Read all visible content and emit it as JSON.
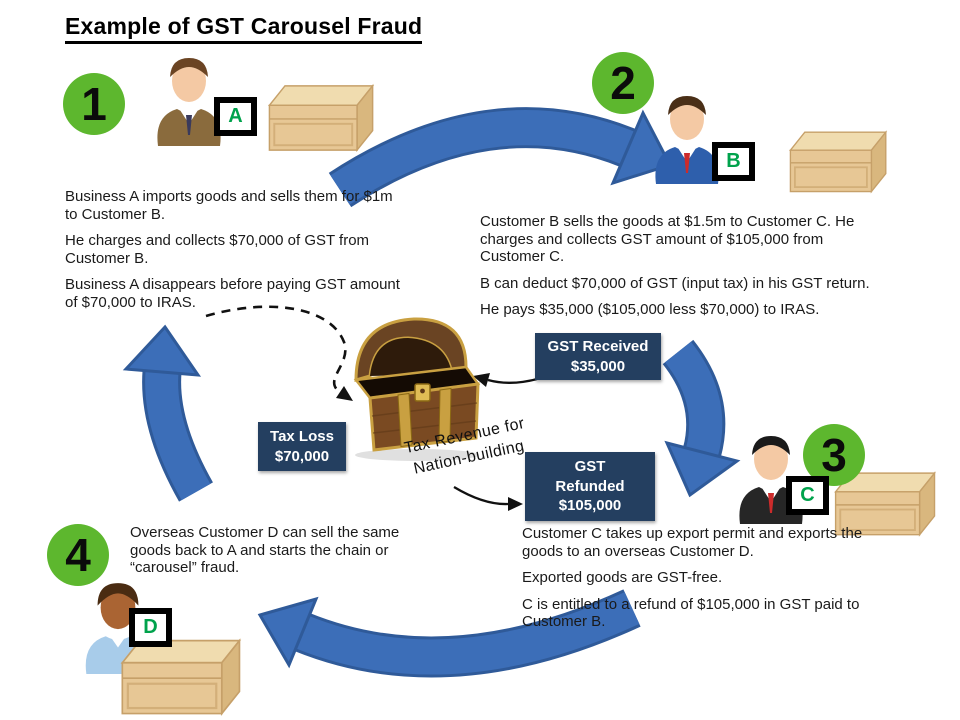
{
  "title": "Example of GST Carousel Fraud",
  "steps": [
    {
      "number": "1",
      "label": "A",
      "paragraphs": [
        "Business A imports goods and sells them for $1m to Customer B.",
        "He charges and collects $70,000 of GST from Customer B.",
        "Business A disappears before paying GST amount of $70,000 to IRAS."
      ]
    },
    {
      "number": "2",
      "label": "B",
      "paragraphs": [
        "Customer B sells the goods at $1.5m to Customer C. He charges and collects GST amount of $105,000 from Customer C.",
        "B can deduct $70,000 of GST (input tax) in his GST return.",
        "He pays $35,000 ($105,000 less $70,000) to IRAS."
      ]
    },
    {
      "number": "3",
      "label": "C",
      "paragraphs": [
        "Customer C takes up export permit and exports the goods to an overseas Customer D.",
        "Exported goods are GST-free.",
        "C is entitled to a refund of $105,000 in GST paid to Customer B."
      ]
    },
    {
      "number": "4",
      "label": "D",
      "paragraphs": [
        "Overseas Customer D can sell the same goods back to A and starts the chain or “carousel” fraud."
      ]
    }
  ],
  "tags": {
    "gst_received": {
      "lines": [
        "GST Received",
        "$35,000"
      ]
    },
    "tax_loss": {
      "lines": [
        "Tax Loss",
        "$70,000"
      ]
    },
    "gst_refunded": {
      "lines": [
        "GST",
        "Refunded",
        "$105,000"
      ]
    }
  },
  "chest_caption": {
    "lines": [
      "Tax Revenue for",
      "Nation-building"
    ]
  },
  "colors": {
    "step_badge_green": "#5DB72E",
    "label_letter_green": "#00A24C",
    "tag_navy": "#243F60",
    "arrow_blue": "#3C6EB8"
  }
}
